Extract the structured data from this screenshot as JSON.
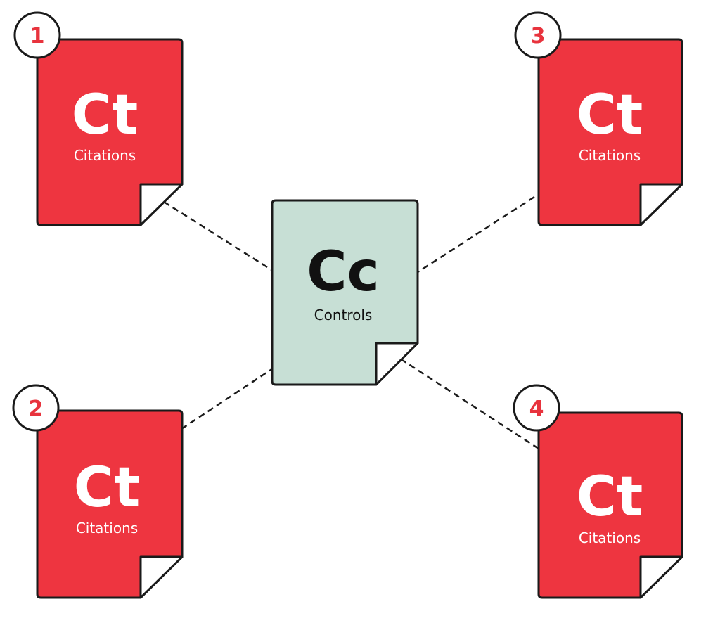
{
  "colors": {
    "citation_fill": "#ee3540",
    "control_fill": "#c7dfd5",
    "outline": "#1a1a1a",
    "badge_text": "#e8333d",
    "fold_fill": "#ffffff"
  },
  "center": {
    "symbol": "Cc",
    "label": "Controls"
  },
  "citations": [
    {
      "number": "1",
      "symbol": "Ct",
      "label": "Citations"
    },
    {
      "number": "2",
      "symbol": "Ct",
      "label": "Citations"
    },
    {
      "number": "3",
      "symbol": "Ct",
      "label": "Citations"
    },
    {
      "number": "4",
      "symbol": "Ct",
      "label": "Citations"
    }
  ]
}
